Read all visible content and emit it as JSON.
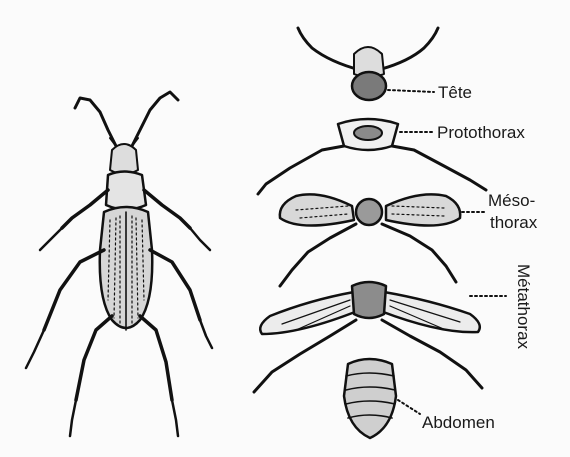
{
  "labels": {
    "head": "Tête",
    "prothorax": "Protothorax",
    "mesothorax_1": "Méso-",
    "mesothorax_2": "thorax",
    "metathorax": "Métathorax",
    "abdomen": "Abdomen"
  }
}
